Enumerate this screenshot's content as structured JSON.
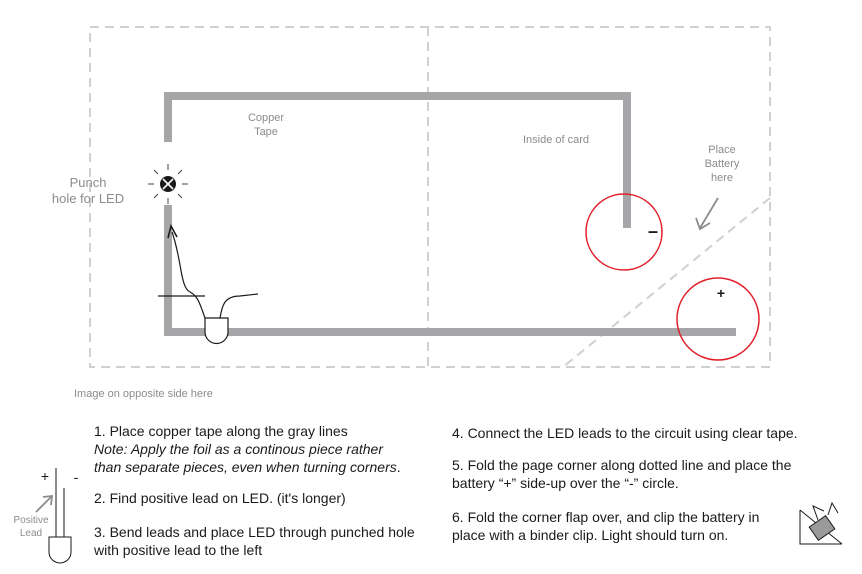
{
  "labels": {
    "punch_hole_line1": "Punch",
    "punch_hole_line2": "hole for LED",
    "copper_tape_line1": "Copper",
    "copper_tape_line2": "Tape",
    "inside_of_card": "Inside of card",
    "place_battery_line1": "Place",
    "place_battery_line2": "Battery",
    "place_battery_line3": "here",
    "image_opposite": "Image on opposite side here",
    "minus_sign": "–",
    "plus_sign": "+"
  },
  "led_legend": {
    "plus": "+",
    "minus": "-",
    "positive_line1": "Positive",
    "positive_line2": "Lead"
  },
  "instructions": {
    "step1": "1. Place copper tape along the gray lines",
    "step1_note_line1": "Note: Apply the foil as a continous piece rather",
    "step1_note_line2": "than separate pieces, even when turning corners",
    "step1_note_end": ".",
    "step2": "2. Find positive lead on LED. (it's longer)",
    "step3_line1": "3. Bend leads and place LED through punched hole",
    "step3_line2": "with positive lead to the left",
    "step4": "4. Connect the LED leads to the circuit using clear tape.",
    "step5_line1": "5. Fold the page corner along dotted line and place the",
    "step5_line2": "battery “+” side-up over the “-” circle.",
    "step6_line1": "6. Fold the corner flap over, and clip the battery in",
    "step6_line2": "place with a binder clip. Light should turn on."
  },
  "colors": {
    "tape": "#a6a6a8",
    "dashed": "#d0d0d0",
    "battery_circle": "#e0202a",
    "label": "#8c8c8c"
  },
  "icons": [
    "led-symbol-icon",
    "battery-arrow-icon",
    "binder-clip-icon",
    "led-component-icon"
  ]
}
